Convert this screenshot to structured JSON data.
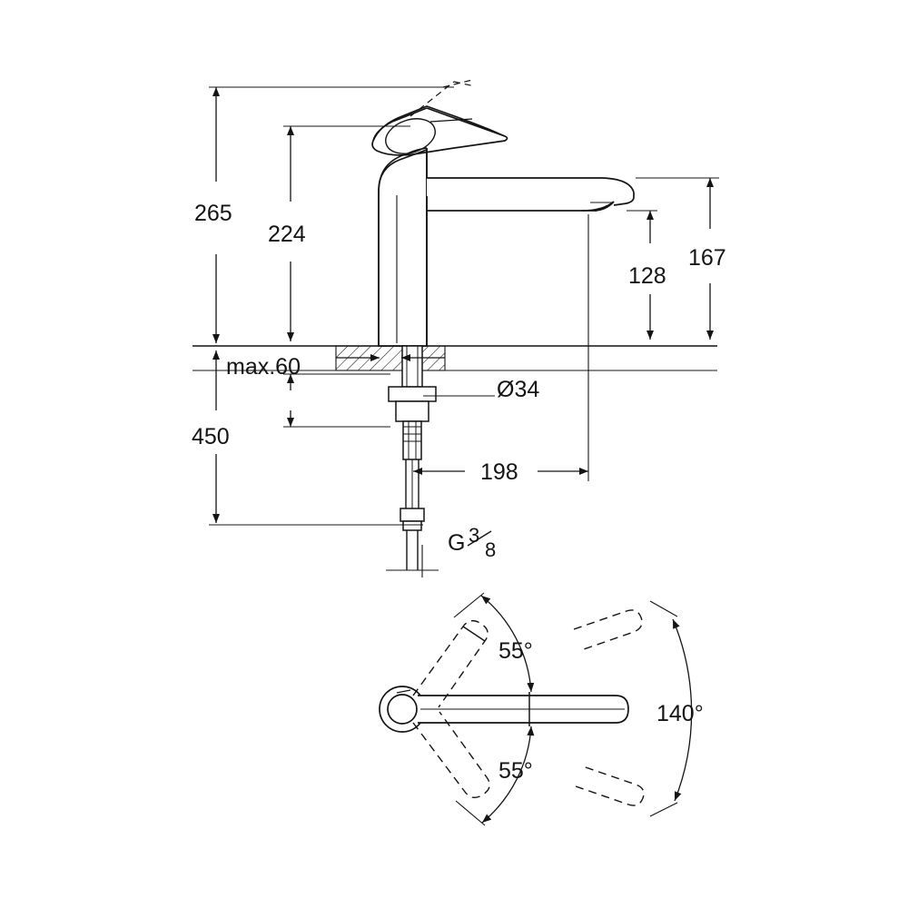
{
  "drawing": {
    "title": "Technical dimension drawing of a single-lever kitchen/basin mixer tap",
    "units": "mm",
    "views": [
      {
        "name": "elevation",
        "description": "Side elevation of the mixer tap mounted through a counter surface"
      },
      {
        "name": "plan",
        "description": "Top plan view showing the swivel range of the spout"
      }
    ]
  },
  "dimensions": {
    "total_height": "265",
    "lever_height": "224",
    "spout_height_inner": "128",
    "spout_height_outer": "167",
    "max_counter_thickness": "max.60",
    "hose_length": "450",
    "spout_reach": "198",
    "mounting_hole_diameter": "Ø34",
    "thread_label": "G",
    "thread_numerator": "3",
    "thread_denominator": "8"
  },
  "angles": {
    "upper_swivel": "55°",
    "lower_swivel": "55°",
    "total_swivel": "140°"
  }
}
